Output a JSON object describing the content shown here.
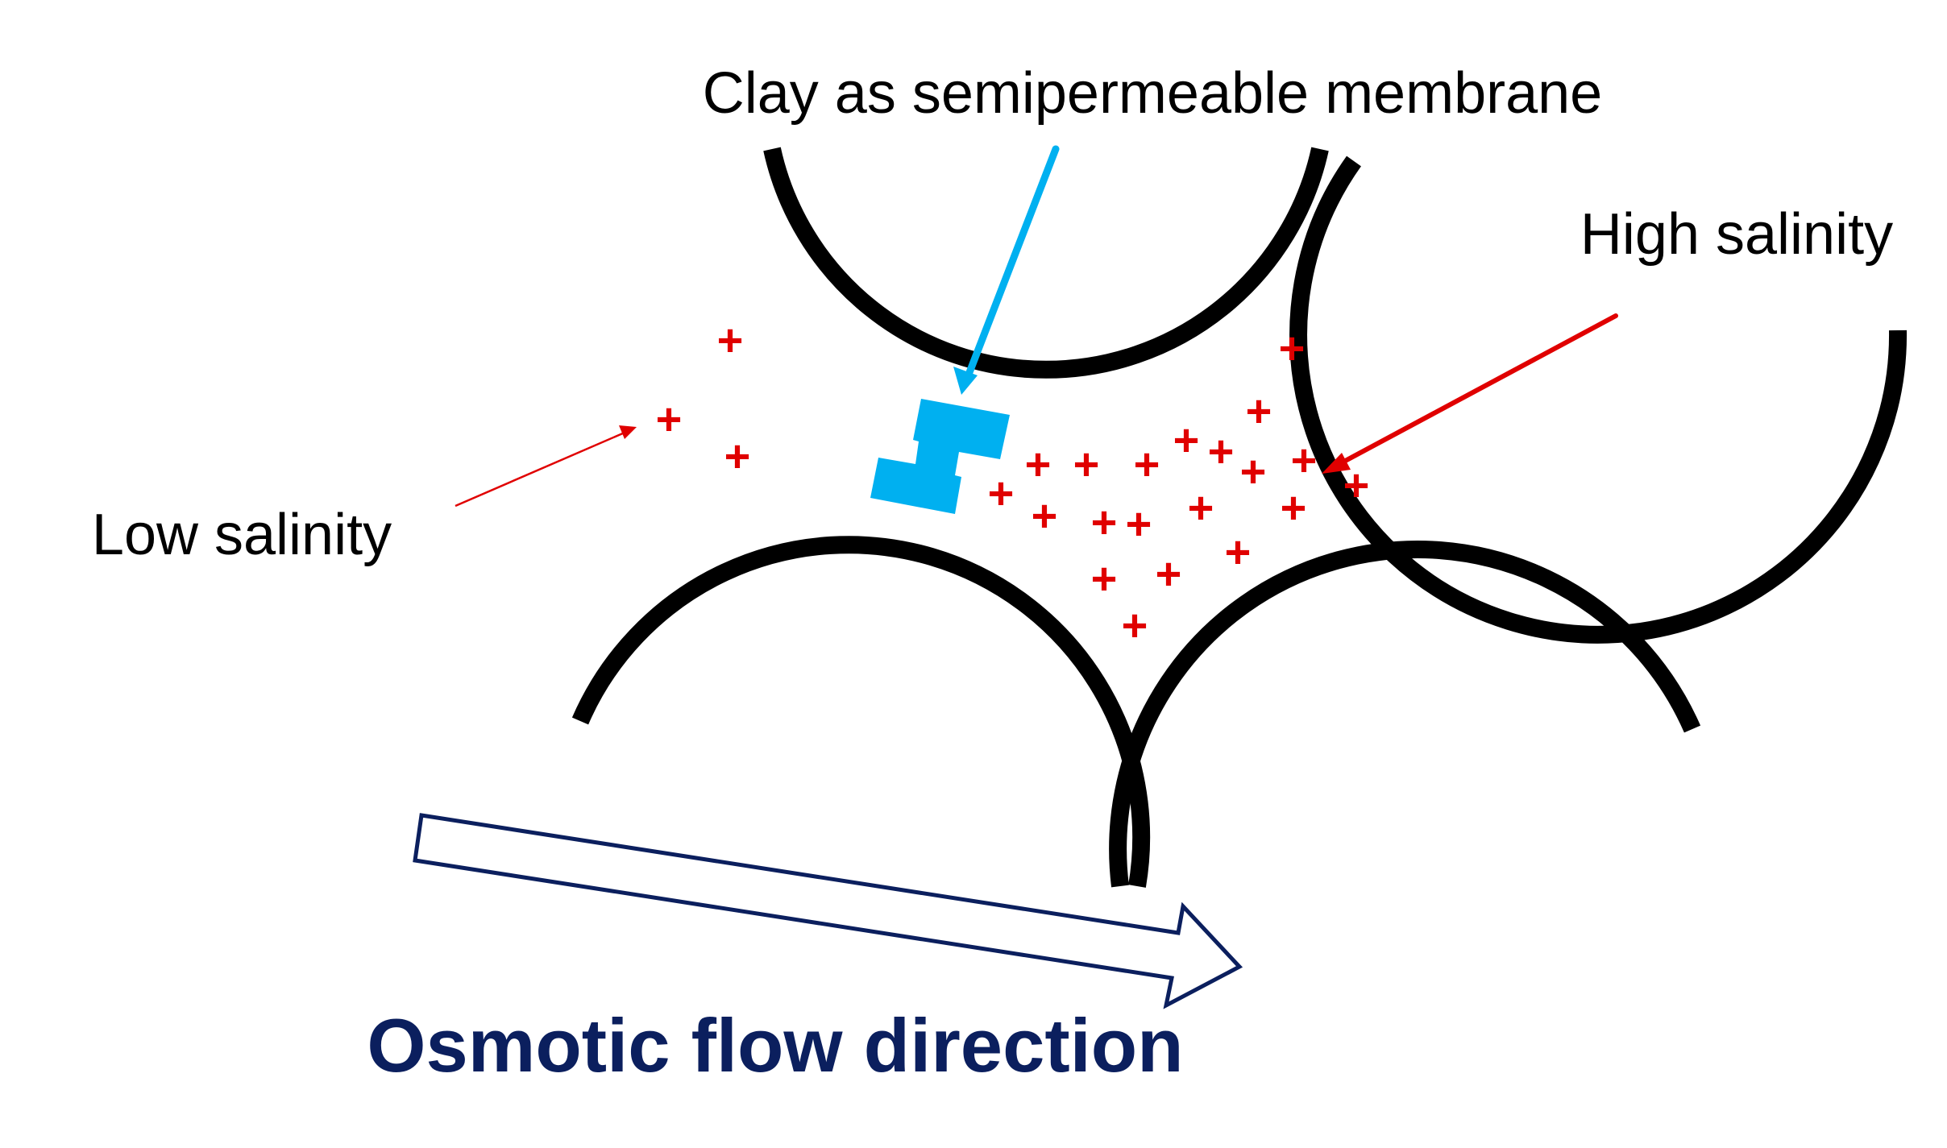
{
  "labels": {
    "membrane": "Clay as semipermeable membrane",
    "high_salinity": "High salinity",
    "low_salinity": "Low salinity",
    "flow_direction": "Osmotic flow direction"
  },
  "ion_symbol": "+",
  "low_salinity_ion_count": 3,
  "high_salinity_ion_count": 20,
  "colors": {
    "grain_outline": "#000000",
    "clay": "#00b0f0",
    "ion": "#e00000",
    "membrane_pointer": "#00b0f0",
    "salinity_pointer": "#e00000",
    "flow_arrow": "#0b1f5e",
    "flow_label": "#0b1f5e"
  },
  "icons": {
    "sand_grain": "arc",
    "ion": "plus-sign",
    "flow_arrow": "hollow-arrow"
  }
}
